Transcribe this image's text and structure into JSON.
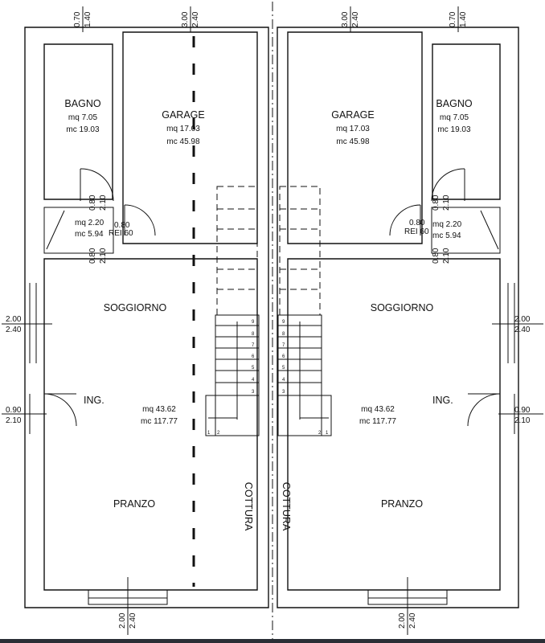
{
  "colors": {
    "wall": "#111111",
    "background": "#ffffff",
    "footer": "#2a2e35"
  },
  "left": {
    "bagno": {
      "name": "BAGNO",
      "mq": "mq 7.05",
      "mc": "mc 19.03"
    },
    "garage": {
      "name": "GARAGE",
      "mq": "mq 17.03",
      "mc": "mc 45.98"
    },
    "disimpegno": {
      "mq": "mq 2.20",
      "mc": "mc 5.94"
    },
    "door_rei": {
      "width": "0.80",
      "rating": "REI 60"
    },
    "soggiorno": {
      "name": "SOGGIORNO",
      "mq": "mq 43.62",
      "mc": "mc 117.77"
    },
    "ingresso": "ING.",
    "pranzo": "PRANZO",
    "cottura": "COTTURA",
    "dims": {
      "top_bagno_a": "0.70",
      "top_bagno_b": "1.40",
      "top_garage_a": "3.00",
      "top_garage_b": "2.40",
      "door_upper_a": "0.80",
      "door_upper_b": "2.10",
      "door_lower_a": "0.80",
      "door_lower_b": "2.10",
      "window_side_a": "2.00",
      "window_side_b": "2.40",
      "entry_a": "0.90",
      "entry_b": "2.10",
      "bottom_a": "2.00",
      "bottom_b": "2.40"
    },
    "stair_steps": [
      "3",
      "4",
      "5",
      "6",
      "7",
      "8",
      "9"
    ],
    "stair_base": [
      "1",
      "2"
    ]
  },
  "right": {
    "bagno": {
      "name": "BAGNO",
      "mq": "mq 7.05",
      "mc": "mc 19.03"
    },
    "garage": {
      "name": "GARAGE",
      "mq": "mq 17.03",
      "mc": "mc 45.98"
    },
    "disimpegno": {
      "mq": "mq 2.20",
      "mc": "mc 5.94"
    },
    "door_rei": {
      "width": "0.80",
      "rating": "REI 60"
    },
    "soggiorno": {
      "name": "SOGGIORNO",
      "mq": "mq 43.62",
      "mc": "mc 117.77"
    },
    "ingresso": "ING.",
    "pranzo": "PRANZO",
    "cottura": "COTTURA",
    "dims": {
      "top_bagno_a": "0.70",
      "top_bagno_b": "1.40",
      "top_garage_a": "3.00",
      "top_garage_b": "2.40",
      "door_upper_a": "0.80",
      "door_upper_b": "2.10",
      "door_lower_a": "0.80",
      "door_lower_b": "2.10",
      "window_side_a": "2.00",
      "window_side_b": "2.40",
      "entry_a": "0.90",
      "entry_b": "2.10",
      "bottom_a": "2.00",
      "bottom_b": "2.40"
    },
    "stair_steps": [
      "3",
      "4",
      "5",
      "6",
      "7",
      "8",
      "9"
    ],
    "stair_base": [
      "1",
      "2"
    ]
  }
}
